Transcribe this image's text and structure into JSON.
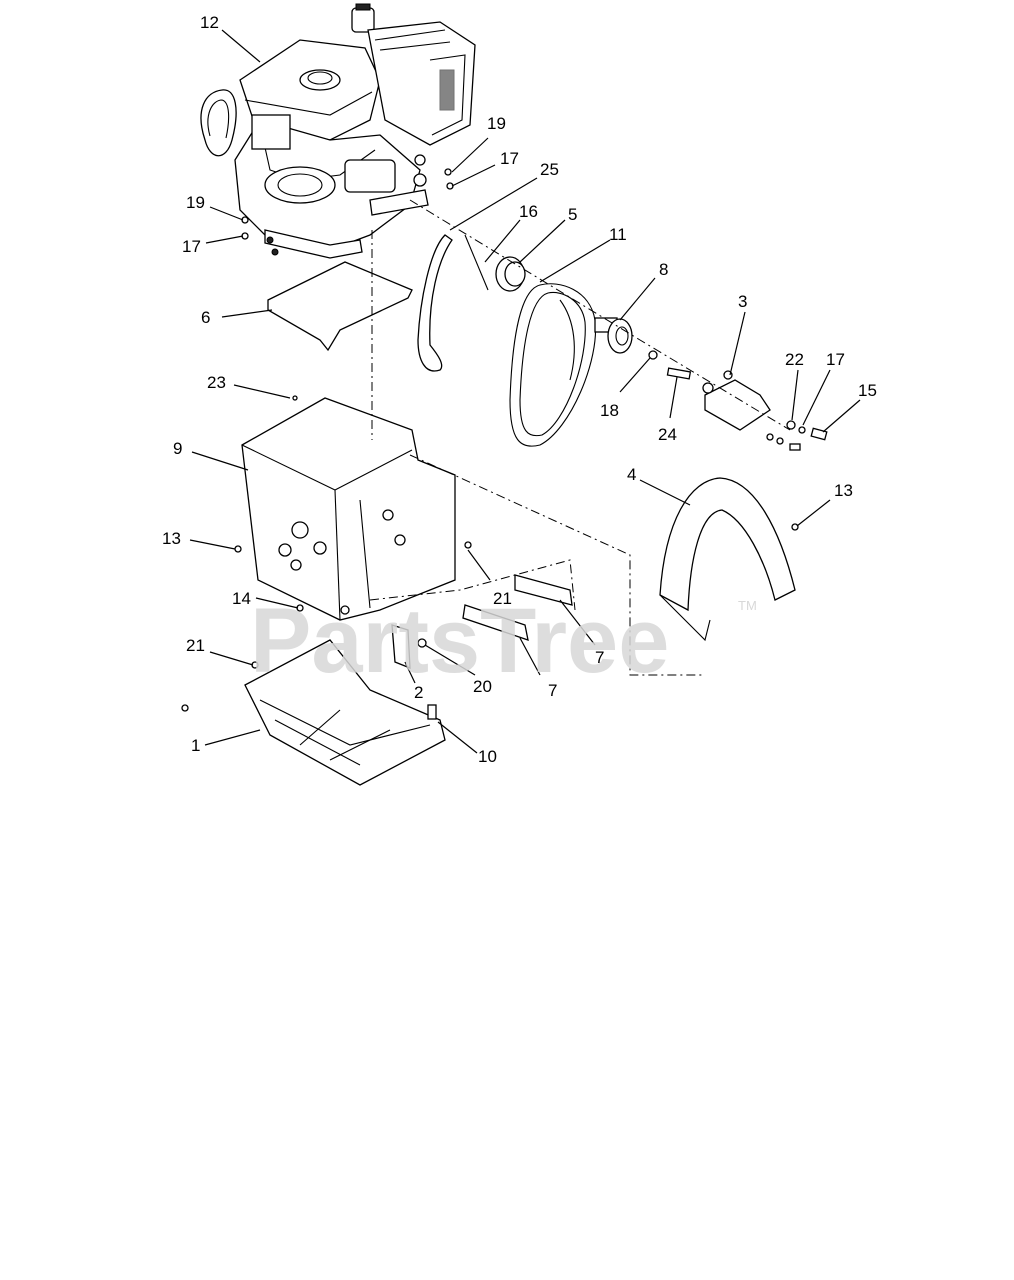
{
  "watermark": {
    "text": "PartsTree",
    "tm": "TM"
  },
  "callouts": [
    {
      "id": "c12a",
      "label": "12"
    },
    {
      "id": "c19a",
      "label": "19"
    },
    {
      "id": "c17a",
      "label": "17"
    },
    {
      "id": "c25",
      "label": "25"
    },
    {
      "id": "c19b",
      "label": "19"
    },
    {
      "id": "c17b",
      "label": "17"
    },
    {
      "id": "c16",
      "label": "16"
    },
    {
      "id": "c5",
      "label": "5"
    },
    {
      "id": "c11",
      "label": "11"
    },
    {
      "id": "c8",
      "label": "8"
    },
    {
      "id": "c6",
      "label": "6"
    },
    {
      "id": "c3",
      "label": "3"
    },
    {
      "id": "c22",
      "label": "22"
    },
    {
      "id": "c17c",
      "label": "17"
    },
    {
      "id": "c15",
      "label": "15"
    },
    {
      "id": "c23",
      "label": "23"
    },
    {
      "id": "c18",
      "label": "18"
    },
    {
      "id": "c24",
      "label": "24"
    },
    {
      "id": "c9",
      "label": "9"
    },
    {
      "id": "c4",
      "label": "4"
    },
    {
      "id": "c13a",
      "label": "13"
    },
    {
      "id": "c13b",
      "label": "13"
    },
    {
      "id": "c21a",
      "label": "21"
    },
    {
      "id": "c14",
      "label": "14"
    },
    {
      "id": "c7a",
      "label": "7"
    },
    {
      "id": "c21b",
      "label": "21"
    },
    {
      "id": "c20",
      "label": "20"
    },
    {
      "id": "c2",
      "label": "2"
    },
    {
      "id": "c7b",
      "label": "7"
    },
    {
      "id": "c1",
      "label": "1"
    },
    {
      "id": "c10",
      "label": "10"
    }
  ]
}
